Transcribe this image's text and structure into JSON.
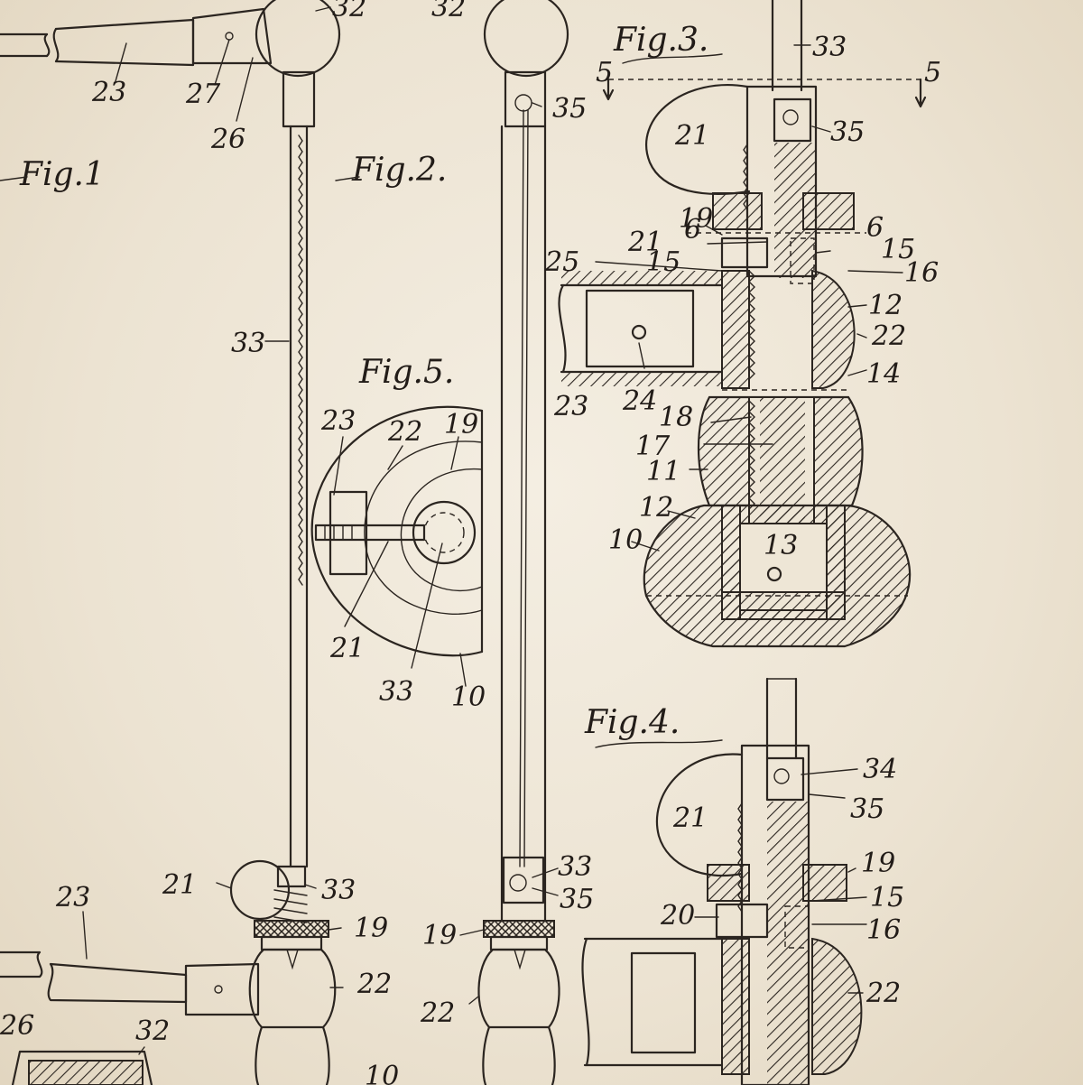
{
  "figures": {
    "fig1": "Fig.1",
    "fig2": "Fig.2.",
    "fig3": "Fig.3.",
    "fig4": "Fig.4.",
    "fig5": "Fig.5."
  },
  "labels": {
    "fig1": [
      "32",
      "23",
      "27",
      "26",
      "33",
      "21",
      "33",
      "19",
      "22",
      "23",
      "26",
      "32",
      "10"
    ],
    "fig2": [
      "32",
      "35",
      "33",
      "35",
      "19",
      "22"
    ],
    "fig3": [
      "33",
      "5",
      "5",
      "21",
      "35",
      "19",
      "6",
      "6",
      "21",
      "15",
      "15",
      "25",
      "16",
      "12",
      "22",
      "14",
      "23",
      "24",
      "18",
      "17",
      "11",
      "12",
      "13",
      "10"
    ],
    "fig4": [
      "21",
      "34",
      "35",
      "19",
      "15",
      "20",
      "16",
      "22"
    ],
    "fig5": [
      "23",
      "22",
      "19",
      "21",
      "33",
      "10"
    ]
  },
  "colors": {
    "ink": "#2b2520",
    "paper": "#efe7d8"
  }
}
